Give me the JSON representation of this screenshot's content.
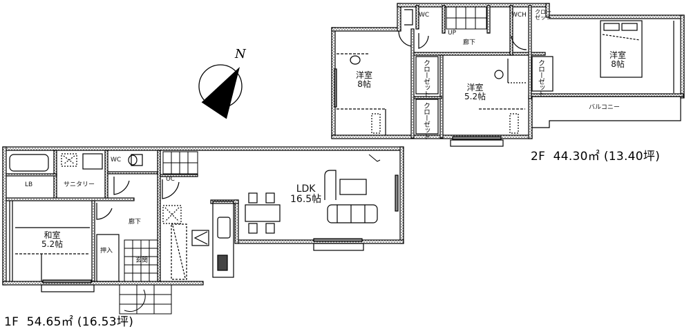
{
  "compass": {
    "label": "N",
    "icon": "north-arrow-icon"
  },
  "floor1": {
    "label": "1F",
    "area_sqm": "54.65㎡",
    "area_tsubo": "(16.53坪)",
    "rooms": {
      "bath": "",
      "storage_small": "LB",
      "sanitary": "サニタリー",
      "wc": "WC",
      "hallway": "廊下",
      "japanese_room": "和室",
      "japanese_room_size": "5.2帖",
      "closet": "押入",
      "entrance": "玄関",
      "ldk": "LDK",
      "ldk_size": "16.5帖",
      "storage_under_stairs": "UC"
    }
  },
  "floor2": {
    "label": "2F",
    "area_sqm": "44.30㎡",
    "area_tsubo": "(13.40坪)",
    "rooms": {
      "wc": "WC",
      "hallway": "廊下",
      "wic": "WCH",
      "closet_top": "クローゼット",
      "western_room_left": "洋室",
      "western_room_left_size": "8帖",
      "closet_a": "クローゼット",
      "closet_b": "クローゼット",
      "western_room_mid": "洋室",
      "western_room_mid_size": "5.2帖",
      "closet_c": "クローゼット",
      "western_room_right": "洋室",
      "western_room_right_size": "8帖",
      "balcony": "バルコニー",
      "stairs_label": "UP"
    }
  }
}
